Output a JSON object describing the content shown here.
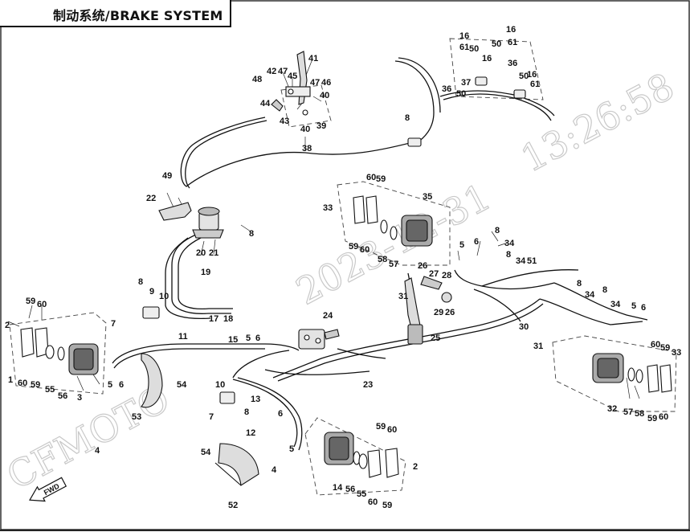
{
  "title": "制动系统/BRAKE SYSTEM",
  "watermark": {
    "timestamp": "13:26:58",
    "date": "2023-12-31",
    "brand": "CFMOTO"
  },
  "fwd_label": "FWD",
  "callouts": {
    "1": "1",
    "2": "2",
    "3": "3",
    "4": "4",
    "5": "5",
    "6": "6",
    "7": "7",
    "8": "8",
    "9": "9",
    "10": "10",
    "11": "11",
    "12": "12",
    "13": "13",
    "14": "14",
    "15": "15",
    "16": "16",
    "17": "17",
    "18": "18",
    "19": "19",
    "20": "20",
    "21": "21",
    "22": "22",
    "23": "23",
    "24": "24",
    "25": "25",
    "26": "26",
    "27": "27",
    "28": "28",
    "29": "29",
    "30": "30",
    "31": "31",
    "32": "32",
    "33": "33",
    "34": "34",
    "35": "35",
    "36": "36",
    "37": "37",
    "38": "38",
    "39": "39",
    "40": "40",
    "41": "41",
    "42": "42",
    "43": "43",
    "44": "44",
    "45": "45",
    "46": "46",
    "47": "47",
    "48": "48",
    "49": "49",
    "50": "50",
    "51": "51",
    "52": "52",
    "53": "53",
    "54": "54",
    "55": "55",
    "56": "56",
    "57": "57",
    "58": "58",
    "59": "59",
    "60": "60",
    "61": "61"
  }
}
